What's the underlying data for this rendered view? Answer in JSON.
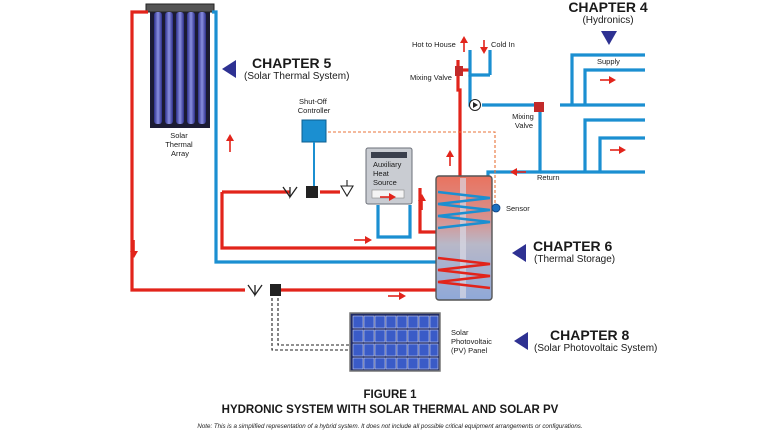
{
  "chapters": {
    "ch4": {
      "title": "CHAPTER 4",
      "subtitle": "(Hydronics)"
    },
    "ch5": {
      "title": "CHAPTER 5",
      "subtitle": "(Solar Thermal System)"
    },
    "ch6": {
      "title": "CHAPTER 6",
      "subtitle": "(Thermal Storage)"
    },
    "ch8": {
      "title": "CHAPTER 8",
      "subtitle": "(Solar Photovoltaic System)"
    }
  },
  "labels": {
    "solar_thermal_array": [
      "Solar",
      "Thermal",
      "Array"
    ],
    "shutoff_controller": [
      "Shut-Off",
      "Controller"
    ],
    "aux_heat": [
      "Auxiliary",
      "Heat",
      "Source"
    ],
    "hot_to_house": "Hot to House",
    "cold_in": "Cold In",
    "mixing_valve_1": "Mixing Valve",
    "mixing_valve_2": [
      "Mixing",
      "Valve"
    ],
    "supply": "Supply",
    "return": "Return",
    "sensor": "Sensor",
    "pv_panel": [
      "Solar",
      "Photovoltaic",
      "(PV) Panel"
    ]
  },
  "figure": {
    "number": "FIGURE 1",
    "title": "HYDRONIC SYSTEM WITH SOLAR THERMAL AND SOLAR PV",
    "note": "Note: This is a simplified representation of a hybrid system. It does not include all possible critical equipment arrangements or configurations."
  },
  "colors": {
    "hot_pipe": "#e2241b",
    "cold_pipe": "#1b8fd1",
    "chapter_marker": "#2e3192",
    "collector": "#3b3f9c",
    "pv_cell": "#3a5bc7"
  }
}
